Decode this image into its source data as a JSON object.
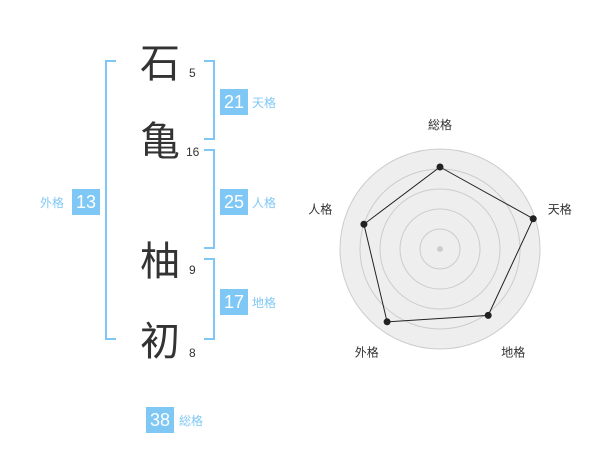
{
  "name_chars": [
    {
      "char": "石",
      "strokes": "5"
    },
    {
      "char": "亀",
      "strokes": "16"
    },
    {
      "char": "柚",
      "strokes": "9"
    },
    {
      "char": "初",
      "strokes": "8"
    }
  ],
  "fortunes": {
    "ten": {
      "value": "21",
      "label": "天格"
    },
    "jin": {
      "value": "25",
      "label": "人格"
    },
    "chi": {
      "value": "17",
      "label": "地格"
    },
    "gai": {
      "value": "13",
      "label": "外格"
    },
    "sou": {
      "value": "38",
      "label": "総格"
    }
  },
  "colors": {
    "accent": "#7fc8f5",
    "text": "#333333",
    "radar_line": "#222222",
    "radar_grid": "#cccccc",
    "radar_fill": "#eeeeee"
  },
  "chart_data": {
    "type": "radar",
    "axes": [
      "総格",
      "天格",
      "地格",
      "外格",
      "人格"
    ],
    "values": [
      0.82,
      0.98,
      0.82,
      0.9,
      0.8
    ],
    "scale_max": 1
  }
}
